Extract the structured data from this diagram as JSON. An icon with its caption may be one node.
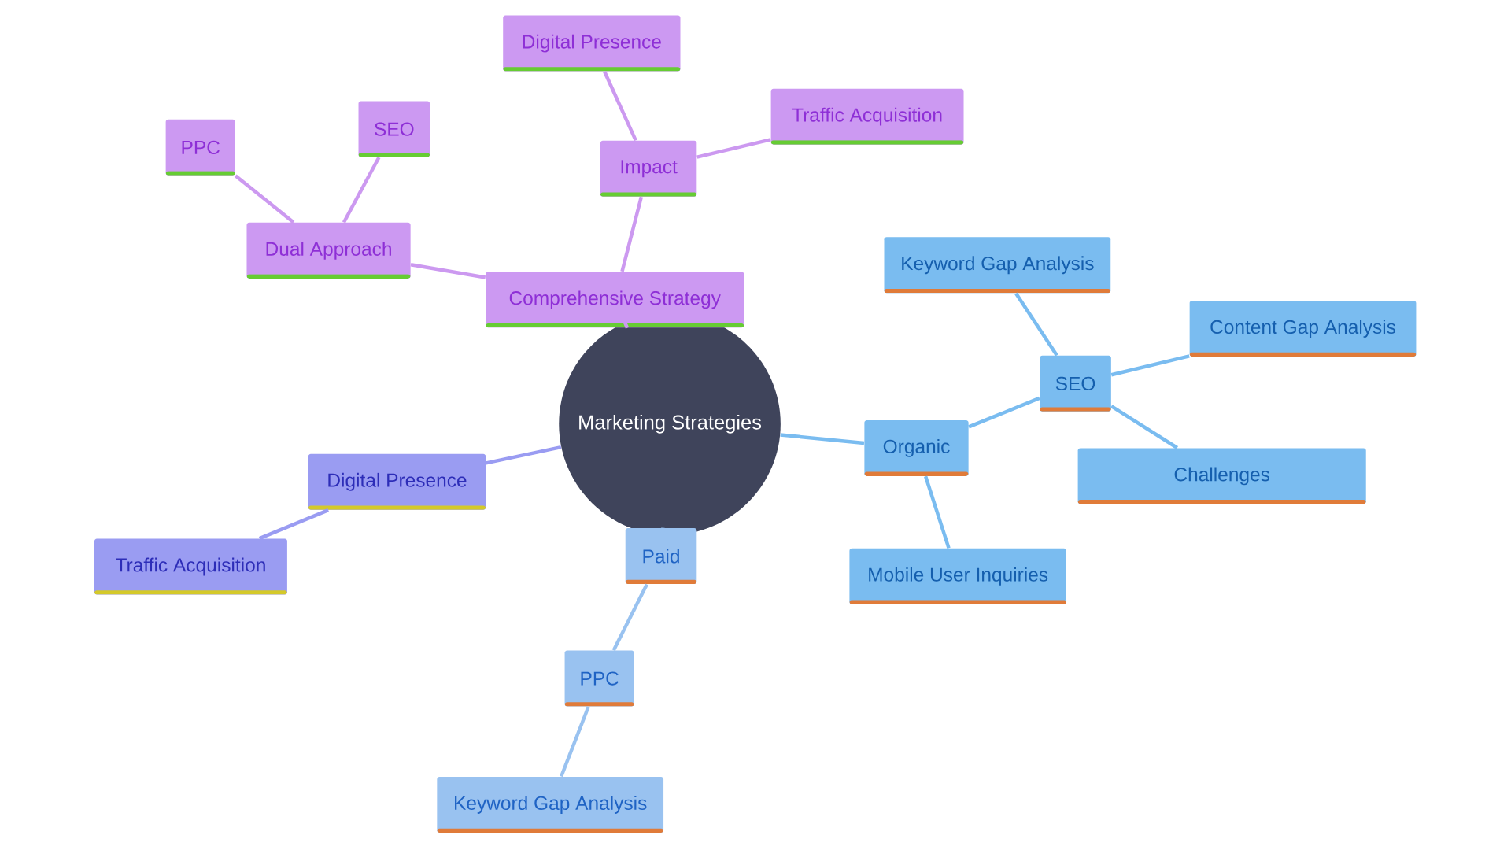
{
  "diagram": {
    "nodes": [
      {
        "text": [
          "Marketing Strategies"
        ]
      },
      {
        "text": [
          "Comprehensive Strategy"
        ]
      },
      {
        "text": [
          "Dual Approach"
        ]
      },
      {
        "text": [
          "PPC"
        ]
      },
      {
        "text": [
          "SEO"
        ]
      },
      {
        "text": [
          "Impact"
        ]
      },
      {
        "text": [
          "Digital Presence"
        ]
      },
      {
        "text": [
          "Traffic Acquisition"
        ]
      },
      {
        "text": [
          "Digital Presence"
        ]
      },
      {
        "text": [
          "Traffic Acquisition"
        ]
      },
      {
        "text": [
          "Paid"
        ]
      },
      {
        "text": [
          "PPC"
        ]
      },
      {
        "text": [
          "Keyword Gap Analysis"
        ]
      },
      {
        "text": [
          "Organic"
        ]
      },
      {
        "text": [
          "SEO"
        ]
      },
      {
        "text": [
          "Keyword Gap Analysis"
        ]
      },
      {
        "text": [
          "Content Gap Analysis"
        ]
      },
      {
        "text": [
          "Challenges"
        ]
      },
      {
        "text": [
          "Mobile User Inquiries"
        ]
      }
    ],
    "edges": [
      {
        "from": 0,
        "to": 1,
        "arrow": "none",
        "color": "#cc99f0"
      },
      {
        "from": 1,
        "to": 2,
        "arrow": "none",
        "color": "#cc99f0"
      },
      {
        "from": 2,
        "to": 3,
        "arrow": "none",
        "color": "#cc99f0"
      },
      {
        "from": 2,
        "to": 4,
        "arrow": "none",
        "color": "#cc99f0"
      },
      {
        "from": 1,
        "to": 5,
        "arrow": "none",
        "color": "#cc99f0"
      },
      {
        "from": 5,
        "to": 6,
        "arrow": "none",
        "color": "#cc99f0"
      },
      {
        "from": 5,
        "to": 7,
        "arrow": "none",
        "color": "#cc99f0"
      },
      {
        "from": 0,
        "to": 8,
        "arrow": "none",
        "color": "#9a9cf2"
      },
      {
        "from": 8,
        "to": 9,
        "arrow": "none",
        "color": "#9a9cf2"
      },
      {
        "from": 0,
        "to": 10,
        "arrow": "none",
        "color": "#99c2f0"
      },
      {
        "from": 10,
        "to": 11,
        "arrow": "none",
        "color": "#99c2f0"
      },
      {
        "from": 11,
        "to": 12,
        "arrow": "none",
        "color": "#99c2f0"
      },
      {
        "from": 0,
        "to": 13,
        "arrow": "none",
        "color": "#7abcf0"
      },
      {
        "from": 13,
        "to": 14,
        "arrow": "none",
        "color": "#7abcf0"
      },
      {
        "from": 14,
        "to": 15,
        "arrow": "none",
        "color": "#7abcf0"
      },
      {
        "from": 14,
        "to": 16,
        "arrow": "none",
        "color": "#7abcf0"
      },
      {
        "from": 14,
        "to": 17,
        "arrow": "none",
        "color": "#7abcf0"
      },
      {
        "from": 13,
        "to": 18,
        "arrow": "none",
        "color": "#7abcf0"
      }
    ]
  }
}
